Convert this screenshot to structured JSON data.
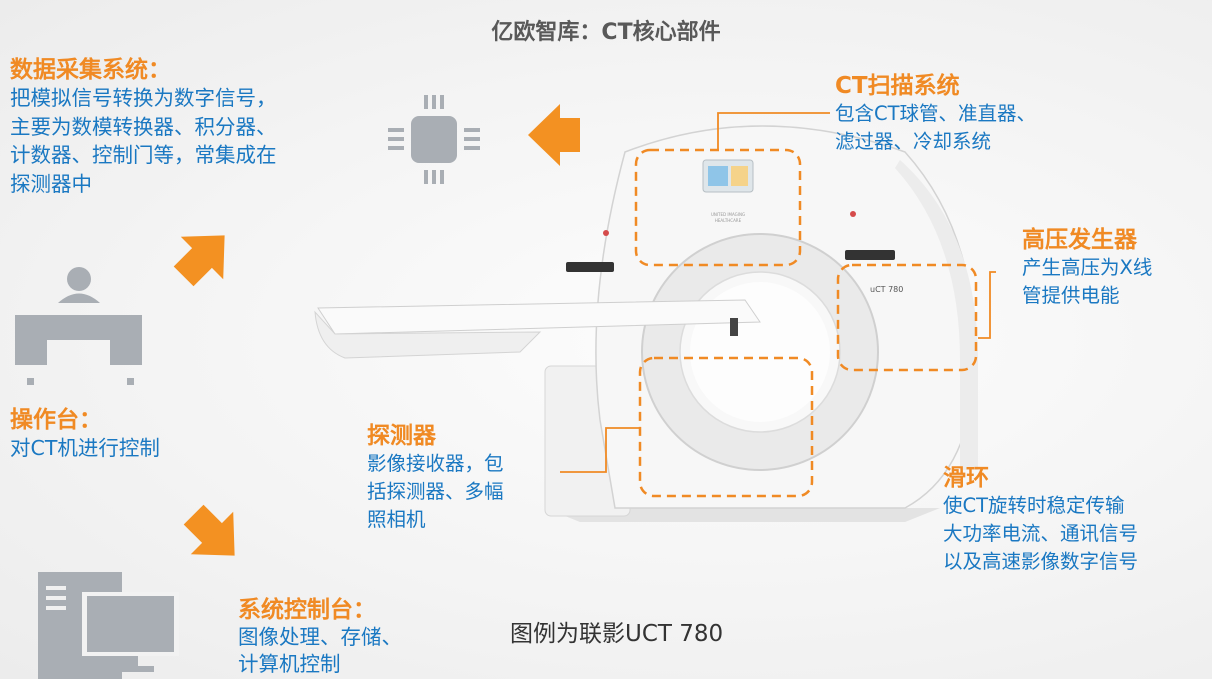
{
  "title": "亿欧智库：CT核心部件",
  "caption": "图例为联影UCT 780",
  "device": {
    "screen_label_1": "UNITED IMAGING",
    "screen_label_2": "HEALTHCARE",
    "model_label": "uCT 780"
  },
  "sections": {
    "data_acquisition": {
      "heading": "数据采集系统：",
      "lines": [
        "把模拟信号转换为数字信号，",
        "主要为数模转换器、积分器、",
        "计数器、控制门等，常集成在",
        "探测器中"
      ]
    },
    "console": {
      "heading": "操作台：",
      "lines": [
        "对CT机进行控制"
      ]
    },
    "system_console": {
      "heading": "系统控制台：",
      "lines": [
        "图像处理、存储、",
        "计算机控制"
      ]
    },
    "ct_scan": {
      "heading": "CT扫描系统",
      "lines": [
        "包含CT球管、准直器、",
        "滤过器、冷却系统"
      ]
    },
    "hv_generator": {
      "heading": "高压发生器",
      "lines": [
        "产生高压为X线",
        "管提供电能"
      ]
    },
    "detector": {
      "heading": "探测器",
      "lines": [
        "影像接收器，包",
        "括探测器、多幅",
        "照相机"
      ]
    },
    "slip_ring": {
      "heading": "滑环",
      "lines": [
        "使CT旋转时稳定传输",
        "大功率电流、通讯信号",
        "以及高速影像数字信号"
      ]
    }
  },
  "colors": {
    "accent_orange": "#f08a24",
    "text_blue": "#1a78c2",
    "icon_gray": "#a9aeb4",
    "title_gray": "#595959"
  },
  "icons": [
    "chip-icon",
    "operator-desk-icon",
    "computer-icon",
    "arrow-icon"
  ]
}
